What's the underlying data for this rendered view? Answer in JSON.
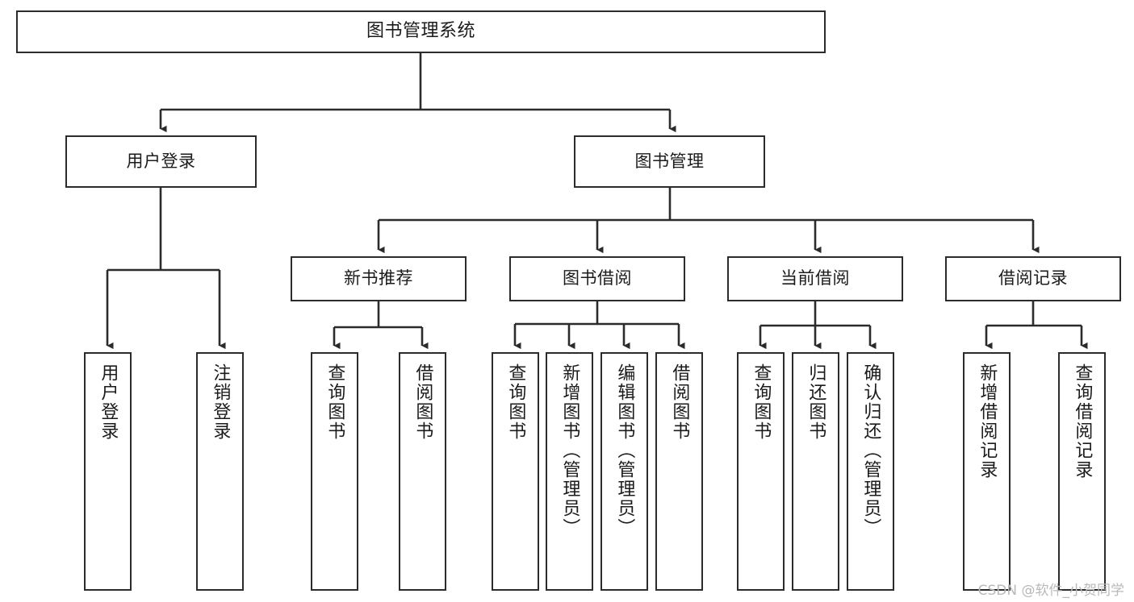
{
  "diagram": {
    "title": "图书管理系统",
    "type": "tree-hierarchy",
    "root": {
      "label": "图书管理系统"
    },
    "level2": [
      {
        "label": "用户登录"
      },
      {
        "label": "图书管理"
      }
    ],
    "level3": [
      {
        "label": "新书推荐"
      },
      {
        "label": "图书借阅"
      },
      {
        "label": "当前借阅"
      },
      {
        "label": "借阅记录"
      }
    ],
    "leaves": {
      "user_login": [
        {
          "label": "用户登录"
        },
        {
          "label": "注销登录"
        }
      ],
      "new_book_recommend": [
        {
          "label": "查询图书"
        },
        {
          "label": "借阅图书"
        }
      ],
      "book_borrow": [
        {
          "label": "查询图书"
        },
        {
          "label": "新增图书（管理员）"
        },
        {
          "label": "编辑图书（管理员）"
        },
        {
          "label": "借阅图书"
        }
      ],
      "current_borrow": [
        {
          "label": "查询图书"
        },
        {
          "label": "归还图书"
        },
        {
          "label": "确认归还（管理员）"
        }
      ],
      "borrow_records": [
        {
          "label": "新增借阅记录"
        },
        {
          "label": "查询借阅记录"
        }
      ]
    }
  },
  "watermark": {
    "text": "CSDN @软件_小贺同学"
  },
  "colors": {
    "border": "#2b2b2b",
    "text": "#1b1b1b",
    "background": "#ffffff",
    "watermark": "#b9b9b9"
  }
}
